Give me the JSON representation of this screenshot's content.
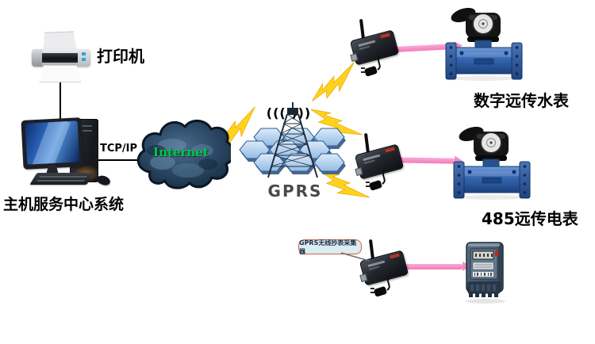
{
  "labels": {
    "printer": "打印机",
    "host_system": "主机服务中心系统",
    "tcp_ip": "TCP/IP",
    "internet": "Internet",
    "radio_waves": "((( )))",
    "gprs": "GPRS",
    "digital_water_meter": "数字远传水表",
    "rs485_meter": "485远传电表",
    "collector_callout": "GPRS无线抄表采集器"
  },
  "colors": {
    "background": "#ffffff",
    "internet_text": "#00c845",
    "cloud_fill": "#2a4763",
    "cloud_outline": "#0b1724",
    "lightning": "#ffd21c",
    "link_pink": "#f48cc4",
    "hexagon_cell": "#aecbec",
    "water_meter_blue": "#2e5fa3",
    "electric_meter_gray": "#44566c",
    "callout_bg": "#d9edf2",
    "callout_border": "#d4603c",
    "gprs_text": "#4a4a4a",
    "line": "#000000"
  }
}
